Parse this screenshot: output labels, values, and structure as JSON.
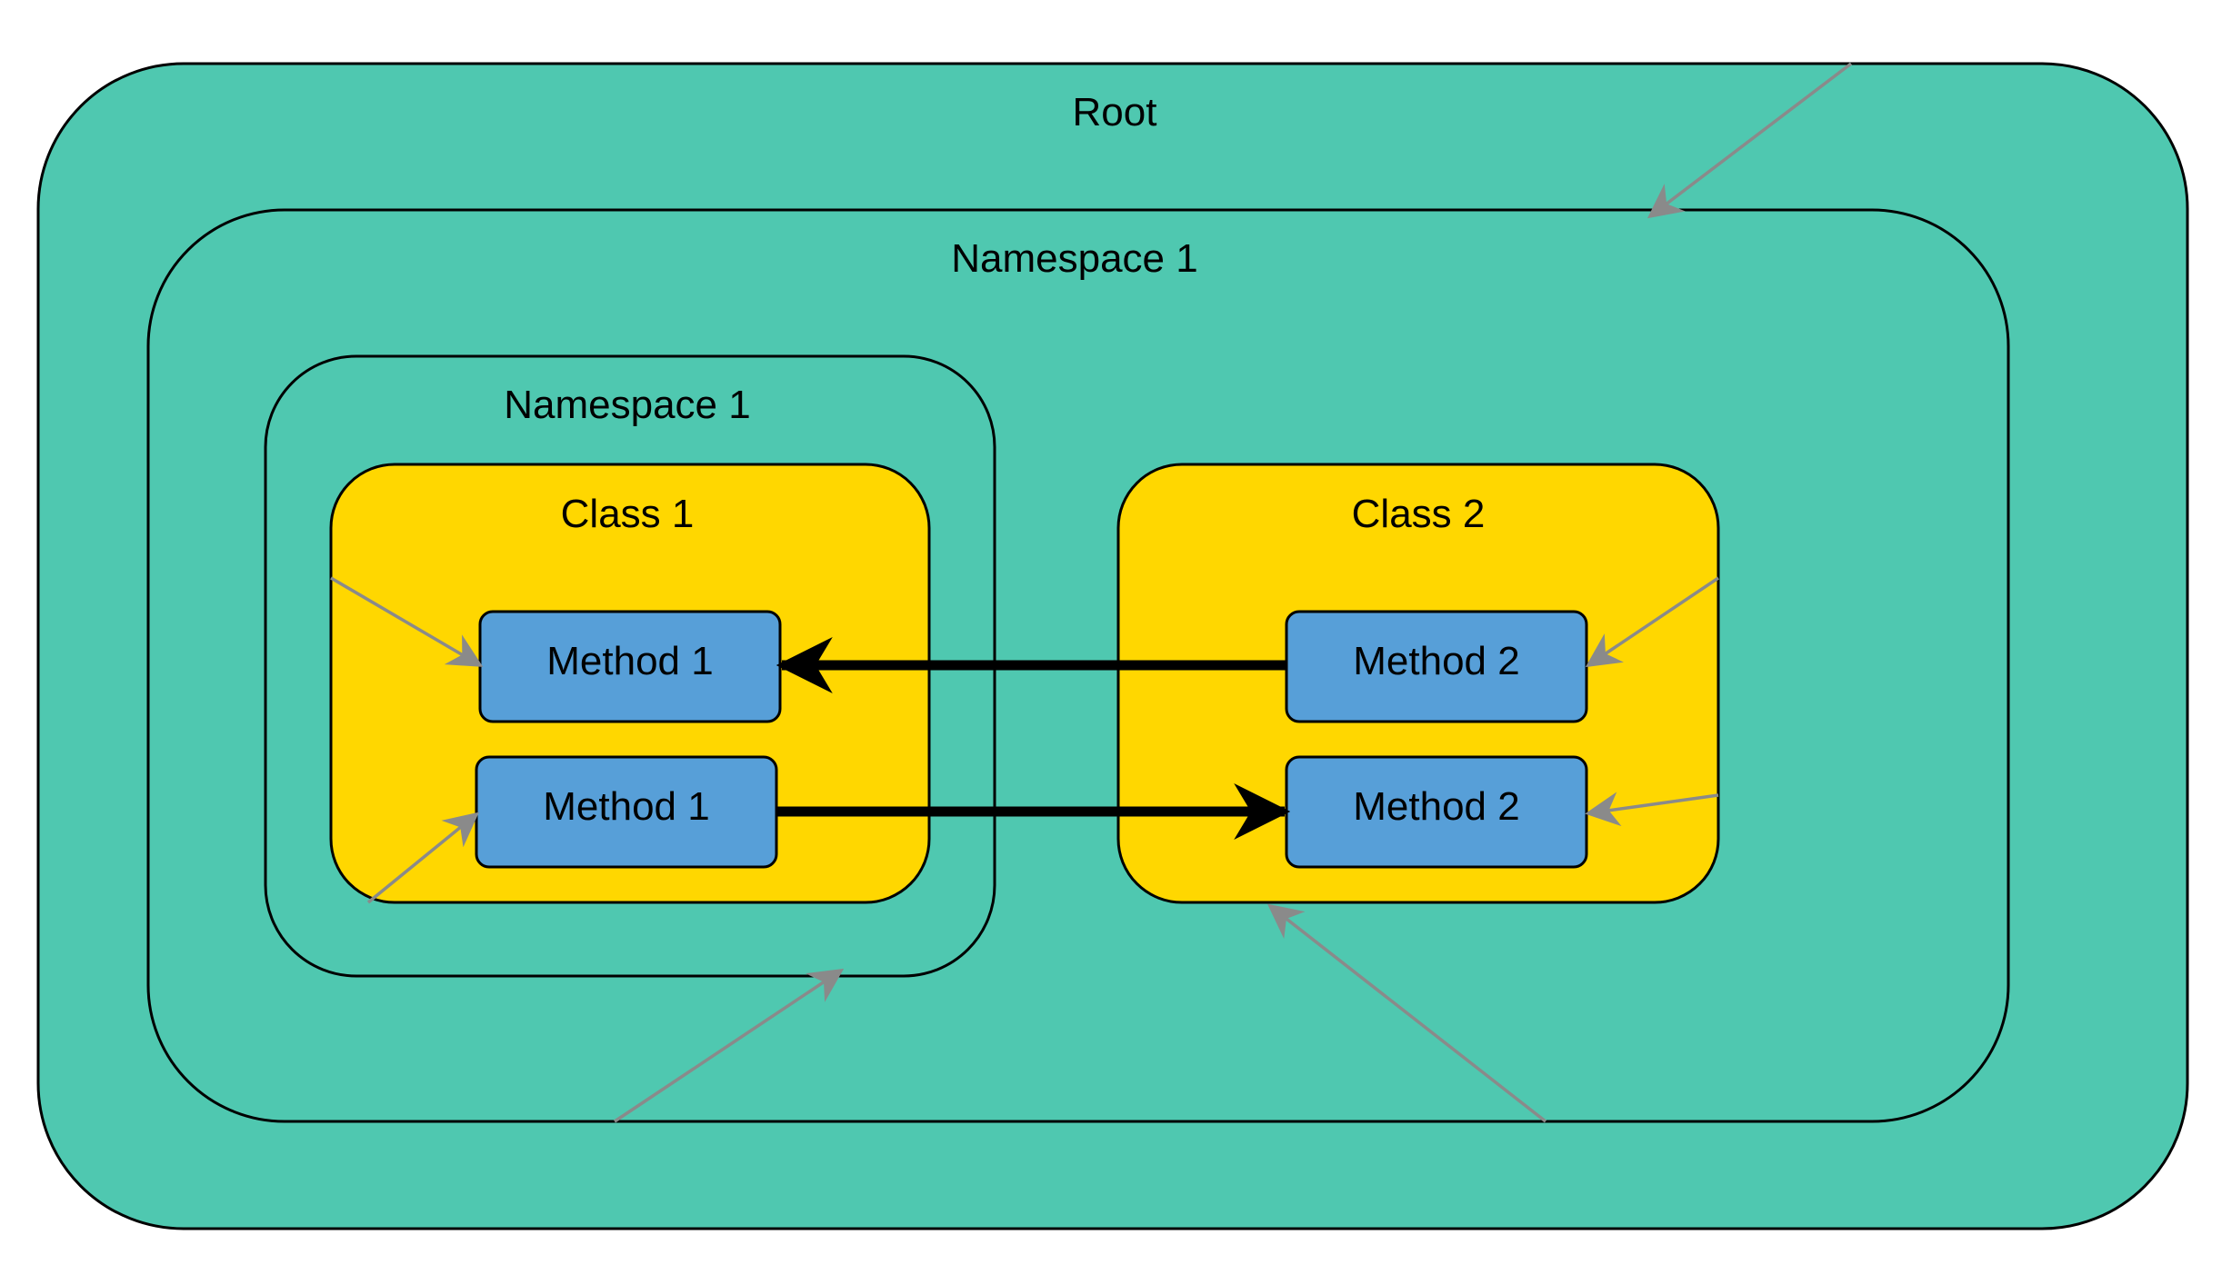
{
  "nodes": {
    "root": {
      "label": "Root"
    },
    "outer_namespace": {
      "label": "Namespace 1"
    },
    "inner_namespace": {
      "label": "Namespace 1"
    },
    "class_1": {
      "label": "Class 1"
    },
    "class_2": {
      "label": "Class 2"
    },
    "class_1_method_top": {
      "label": "Method 1"
    },
    "class_1_method_bottom": {
      "label": "Method 1"
    },
    "class_2_method_top": {
      "label": "Method 2"
    },
    "class_2_method_bottom": {
      "label": "Method 2"
    }
  },
  "edges": [
    {
      "from": "class_2_method_top",
      "to": "class_1_method_top",
      "style": "bold"
    },
    {
      "from": "class_1_method_bottom",
      "to": "class_2_method_bottom",
      "style": "bold"
    }
  ],
  "colors": {
    "container_fill": "#4fc8b0",
    "class_fill": "#ffd700",
    "method_fill": "#579fd8",
    "stroke": "#000000",
    "thin_arrow": "#8a8a8a",
    "bold_arrow": "#000000"
  }
}
